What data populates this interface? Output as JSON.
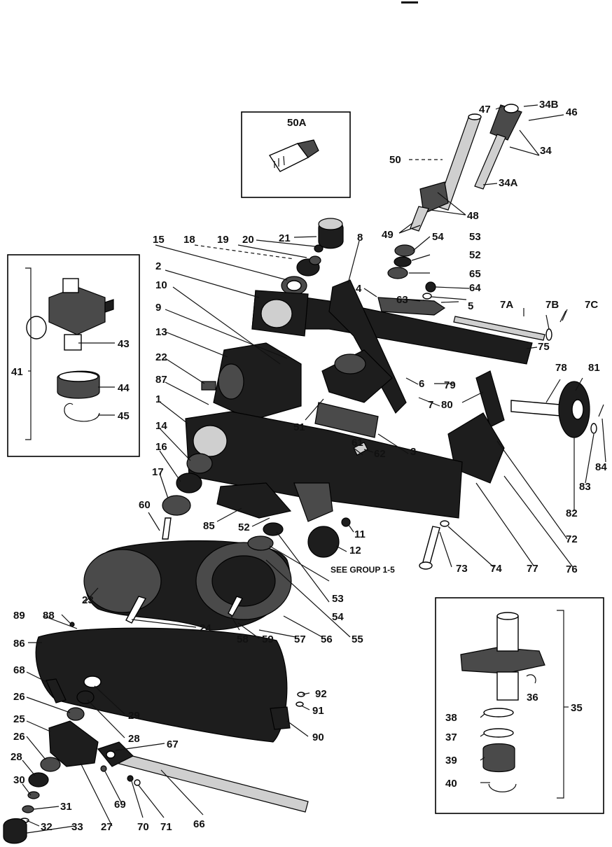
{
  "labels": {
    "l50a": "50A",
    "l47": "47",
    "l34b": "34B",
    "l46": "46",
    "l34": "34",
    "l50": "50",
    "l34a": "34A",
    "l48": "48",
    "l49": "49",
    "l54a": "54",
    "l53a": "53",
    "l52a": "52",
    "l65": "65",
    "l64": "64",
    "l63": "63",
    "l5": "5",
    "l7a": "7A",
    "l7b": "7B",
    "l7c": "7C",
    "l15": "15",
    "l18": "18",
    "l19": "19",
    "l20": "20",
    "l21": "21",
    "l8": "8",
    "l2": "2",
    "l4": "4",
    "l10": "10",
    "l9": "9",
    "l13": "13",
    "l22": "22",
    "l87": "87",
    "l1": "1",
    "l14": "14",
    "l16": "16",
    "l17": "17",
    "l6": "6",
    "l79": "79",
    "l7": "7",
    "l80": "80",
    "l75": "75",
    "l78": "78",
    "l81": "81",
    "l51": "51",
    "l3": "3",
    "l61": "61",
    "l62": "62",
    "l84": "84",
    "l83": "83",
    "l82": "82",
    "l72": "72",
    "l60": "60",
    "l85": "85",
    "l52b": "52",
    "l11": "11",
    "l12": "12",
    "l_see": "SEE GROUP 1-5",
    "l73": "73",
    "l74": "74",
    "l77": "77",
    "l76": "76",
    "l53b": "53",
    "l54b": "54",
    "l55": "55",
    "l56": "56",
    "l57": "57",
    "l59": "59",
    "l58": "58",
    "l23": "23",
    "l24": "24",
    "l89": "89",
    "l88": "88",
    "l86": "86",
    "l68": "68",
    "l26a": "26",
    "l29": "29",
    "l28a": "28",
    "l25": "25",
    "l67": "67",
    "l26b": "26",
    "l28b": "28",
    "l30": "30",
    "l31": "31",
    "l32": "32",
    "l33": "33",
    "l27": "27",
    "l69": "69",
    "l70": "70",
    "l71": "71",
    "l66": "66",
    "l92": "92",
    "l91": "91",
    "l90": "90",
    "l41": "41",
    "l43": "43",
    "l44": "44",
    "l45": "45",
    "l35": "35",
    "l36": "36",
    "l38": "38",
    "l37": "37",
    "l39": "39",
    "l40": "40"
  },
  "colors": {
    "ink": "#111111",
    "paper": "#ffffff"
  }
}
